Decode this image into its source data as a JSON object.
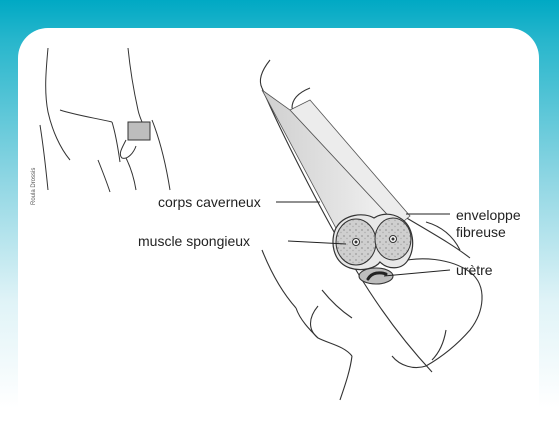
{
  "credit": "Roula Drossis",
  "labels": {
    "corps_caverneux": "corps caverneux",
    "muscle_spongieux": "muscle spongieux",
    "enveloppe_line1": "enveloppe",
    "enveloppe_line2": "fibreuse",
    "uretre": "urètre"
  },
  "colors": {
    "header": "#00a9c4",
    "tissue": "#d6d6d6",
    "line": "#333333"
  }
}
